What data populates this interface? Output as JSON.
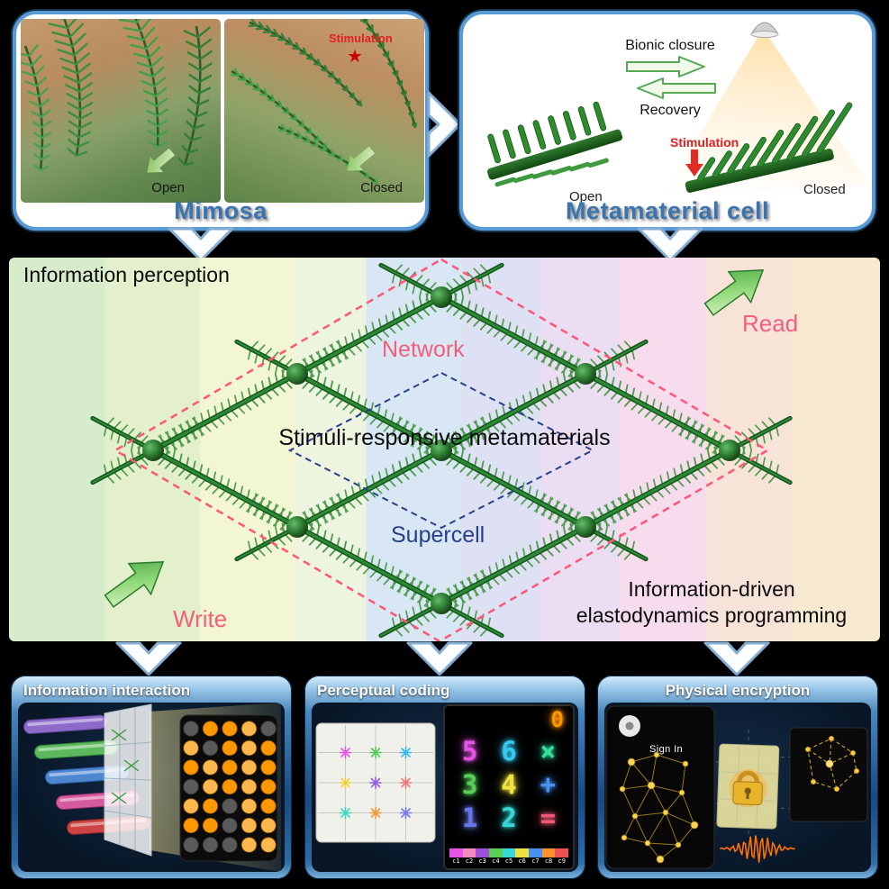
{
  "top": {
    "mimosa": {
      "title": "Mimosa",
      "stimulation": "Stimulation",
      "open": "Open",
      "closed": "Closed"
    },
    "metamaterial": {
      "title": "Metamaterial cell",
      "bionic_closure": "Bionic closure",
      "recovery": "Recovery",
      "stimulation": "Stimulation",
      "open": "Open",
      "closed": "Closed"
    }
  },
  "middle": {
    "information_perception": "Information perception",
    "read": "Read",
    "write": "Write",
    "network": "Network",
    "supercell": "Supercell",
    "center": "Stimuli-responsive metamaterials",
    "programming_line1": "Information-driven",
    "programming_line2": "elastodynamics programming"
  },
  "bottom": {
    "interaction": {
      "title": "Information interaction"
    },
    "perceptual": {
      "title": "Perceptual coding",
      "display": {
        "corner": "0",
        "corner_color": "#ff9500",
        "rows": [
          [
            "5",
            "6",
            "×"
          ],
          [
            "3",
            "4",
            "+"
          ],
          [
            "1",
            "2",
            "="
          ]
        ],
        "row_colors": [
          [
            "#e653e6",
            "#35c8f0",
            "#35e0a0"
          ],
          [
            "#58d058",
            "#f0e040",
            "#4890f0"
          ],
          [
            "#6878e8",
            "#38d8d8",
            "#f05878"
          ]
        ]
      },
      "colorbar": {
        "labels": [
          "c1",
          "c2",
          "c3",
          "c4",
          "c5",
          "c6",
          "c7",
          "c8",
          "c9"
        ],
        "colors": [
          "#e653e6",
          "#f08cc0",
          "#a050d8",
          "#58d058",
          "#38d8d8",
          "#f0e040",
          "#4890f0",
          "#ff9030",
          "#f05050"
        ]
      }
    },
    "encryption": {
      "title": "Physical encryption",
      "sign_in": "Sign In"
    }
  },
  "colors": {
    "panel_border": "#5b9bd5",
    "title_blue": "#3b74ad",
    "label_pink": "#f25f7d",
    "network_green": "#14561c",
    "supercell_blue": "#27408b",
    "network_dash_red": "#ff5577",
    "stimulation_red": "#e02020",
    "arrow_green": "#58b84c"
  }
}
